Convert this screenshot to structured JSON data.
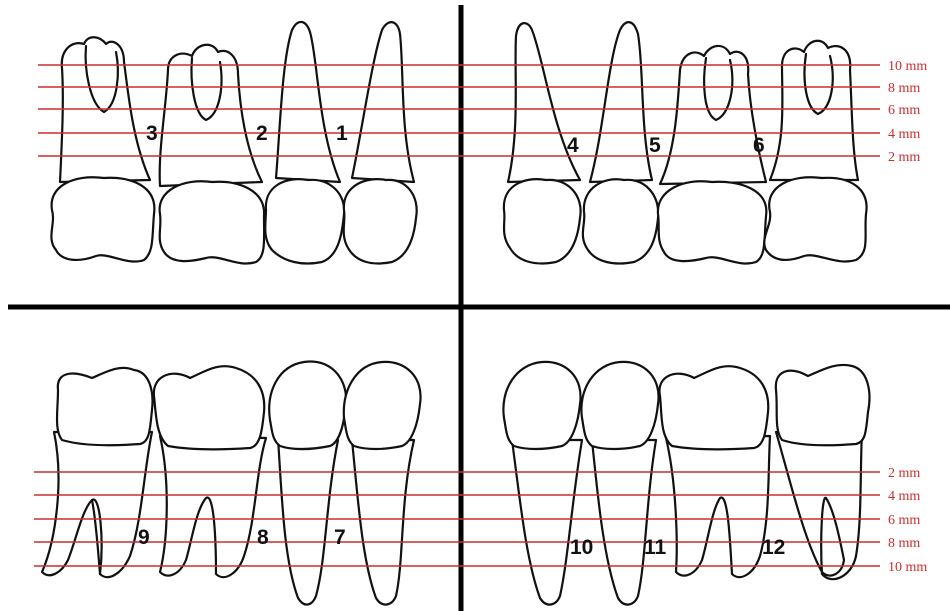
{
  "colors": {
    "reference_line": "#cc2f2f",
    "outline": "#111111",
    "divider": "#000000",
    "background": "#ffffff"
  },
  "upper": {
    "scale_labels": [
      "10 mm",
      "8 mm",
      "6 mm",
      "4 mm",
      "2 mm"
    ],
    "teeth": [
      "1",
      "2",
      "3",
      "4",
      "5",
      "6"
    ]
  },
  "lower": {
    "scale_labels": [
      "2 mm",
      "4 mm",
      "6 mm",
      "8 mm",
      "10 mm"
    ],
    "teeth": [
      "7",
      "8",
      "9",
      "10",
      "11",
      "12"
    ]
  }
}
